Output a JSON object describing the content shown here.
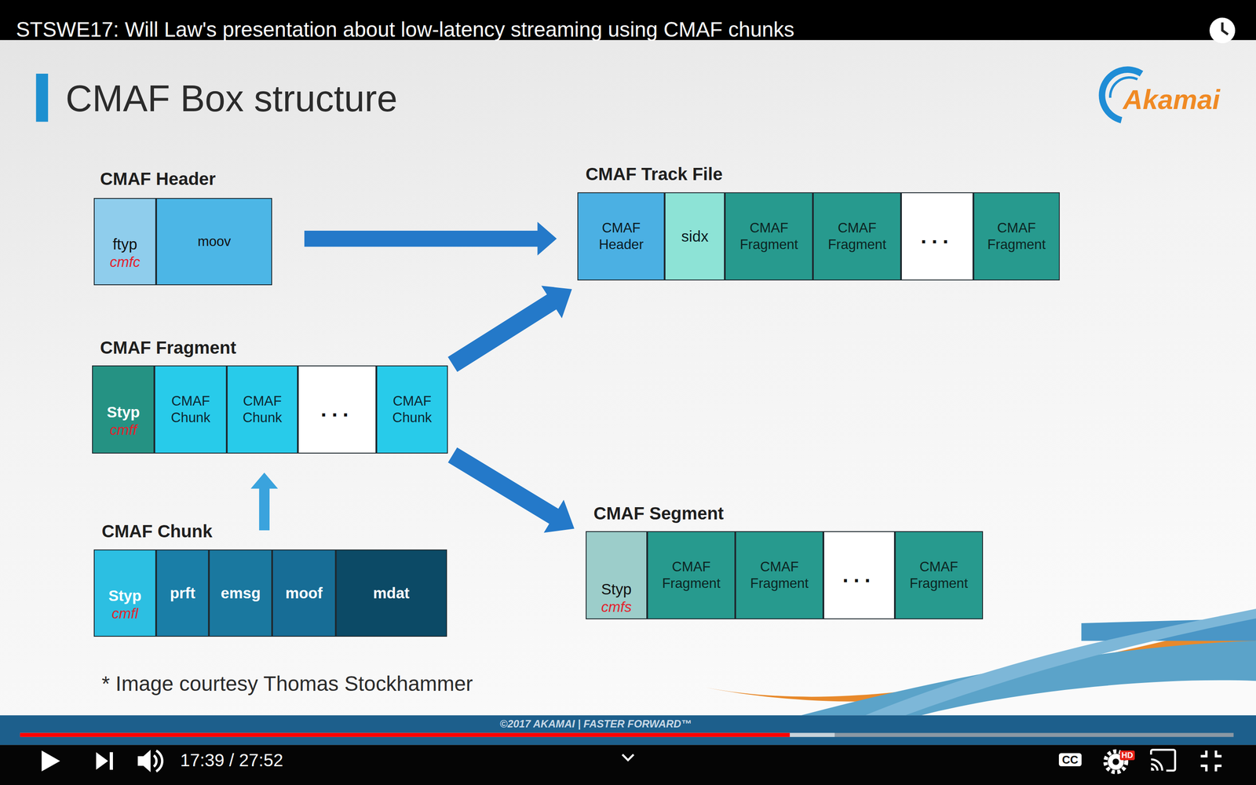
{
  "diagram": {
    "title": "CMAF Box structure",
    "caption": "* Image courtesy Thomas Stockhammer",
    "nodes": [
      {
        "text": [
          "CMAF Header"
        ]
      },
      {
        "text": [
          "ftyp",
          "cmfc"
        ],
        "in": 0
      },
      {
        "text": [
          "moov"
        ],
        "in": 0
      },
      {
        "text": [
          "CMAF Track File"
        ]
      },
      {
        "text": [
          "CMAF Header"
        ],
        "in": 3
      },
      {
        "text": [
          "sidx"
        ],
        "in": 3
      },
      {
        "text": [
          "CMAF Fragment"
        ],
        "in": 3
      },
      {
        "text": [
          "CMAF Fragment"
        ],
        "in": 3
      },
      {
        "text": [
          "..."
        ],
        "in": 3
      },
      {
        "text": [
          "CMAF Fragment"
        ],
        "in": 3
      },
      {
        "text": [
          "CMAF Fragment"
        ]
      },
      {
        "text": [
          "Styp",
          "cmff"
        ],
        "in": 10
      },
      {
        "text": [
          "CMAF Chunk"
        ],
        "in": 10
      },
      {
        "text": [
          "CMAF Chunk"
        ],
        "in": 10
      },
      {
        "text": [
          "..."
        ],
        "in": 10
      },
      {
        "text": [
          "CMAF Chunk"
        ],
        "in": 10
      },
      {
        "text": [
          "CMAF Segment"
        ]
      },
      {
        "text": [
          "Styp",
          "cmfs"
        ],
        "in": 16
      },
      {
        "text": [
          "CMAF Fragment"
        ],
        "in": 16
      },
      {
        "text": [
          "CMAF Fragment"
        ],
        "in": 16
      },
      {
        "text": [
          "..."
        ],
        "in": 16
      },
      {
        "text": [
          "CMAF Fragment"
        ],
        "in": 16
      },
      {
        "text": [
          "CMAF Chunk"
        ]
      },
      {
        "text": [
          "Styp",
          "cmfl"
        ],
        "in": 22
      },
      {
        "text": [
          "prft"
        ],
        "in": 22
      },
      {
        "text": [
          "emsg"
        ],
        "in": 22
      },
      {
        "text": [
          "moof"
        ],
        "in": 22
      },
      {
        "text": [
          "mdat"
        ],
        "in": 22
      }
    ],
    "edges": [
      {
        "from": 0,
        "to": 3,
        "arrow": "to"
      },
      {
        "from": 10,
        "to": 3,
        "arrow": "to"
      },
      {
        "from": 10,
        "to": 16,
        "arrow": "to"
      },
      {
        "from": 22,
        "to": 13,
        "arrow": "to"
      }
    ],
    "labels": [
      "STSWE17: Will Law's presentation about low-latency streaming using CMAF chunks",
      "Akamai",
      "©2017 AKAMAI | FASTER FORWARD™",
      "17:39 / 27:52",
      "CC",
      "HD"
    ]
  }
}
